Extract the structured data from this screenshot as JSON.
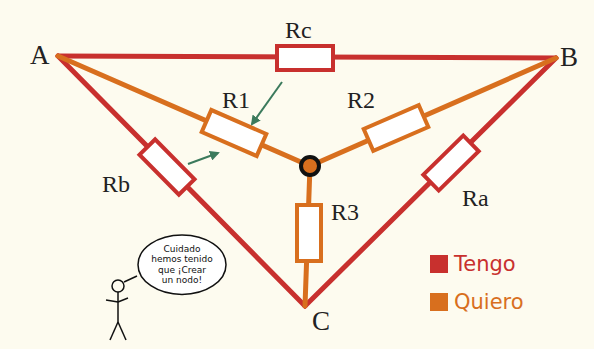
{
  "diagram": {
    "nodes": [
      {
        "text": [
          "Cuidado hemos tenido que ¡Crear un nodo!"
        ]
      }
    ],
    "edges": [],
    "labels": [
      "A",
      "B",
      "C",
      "Rc",
      "R1",
      "R2",
      "Rb",
      "Ra",
      "R3"
    ],
    "legend": [
      {
        "text": "Tengo",
        "color": "#c8302e"
      },
      {
        "text": "Quiero",
        "color": "#d86f1e"
      }
    ]
  }
}
